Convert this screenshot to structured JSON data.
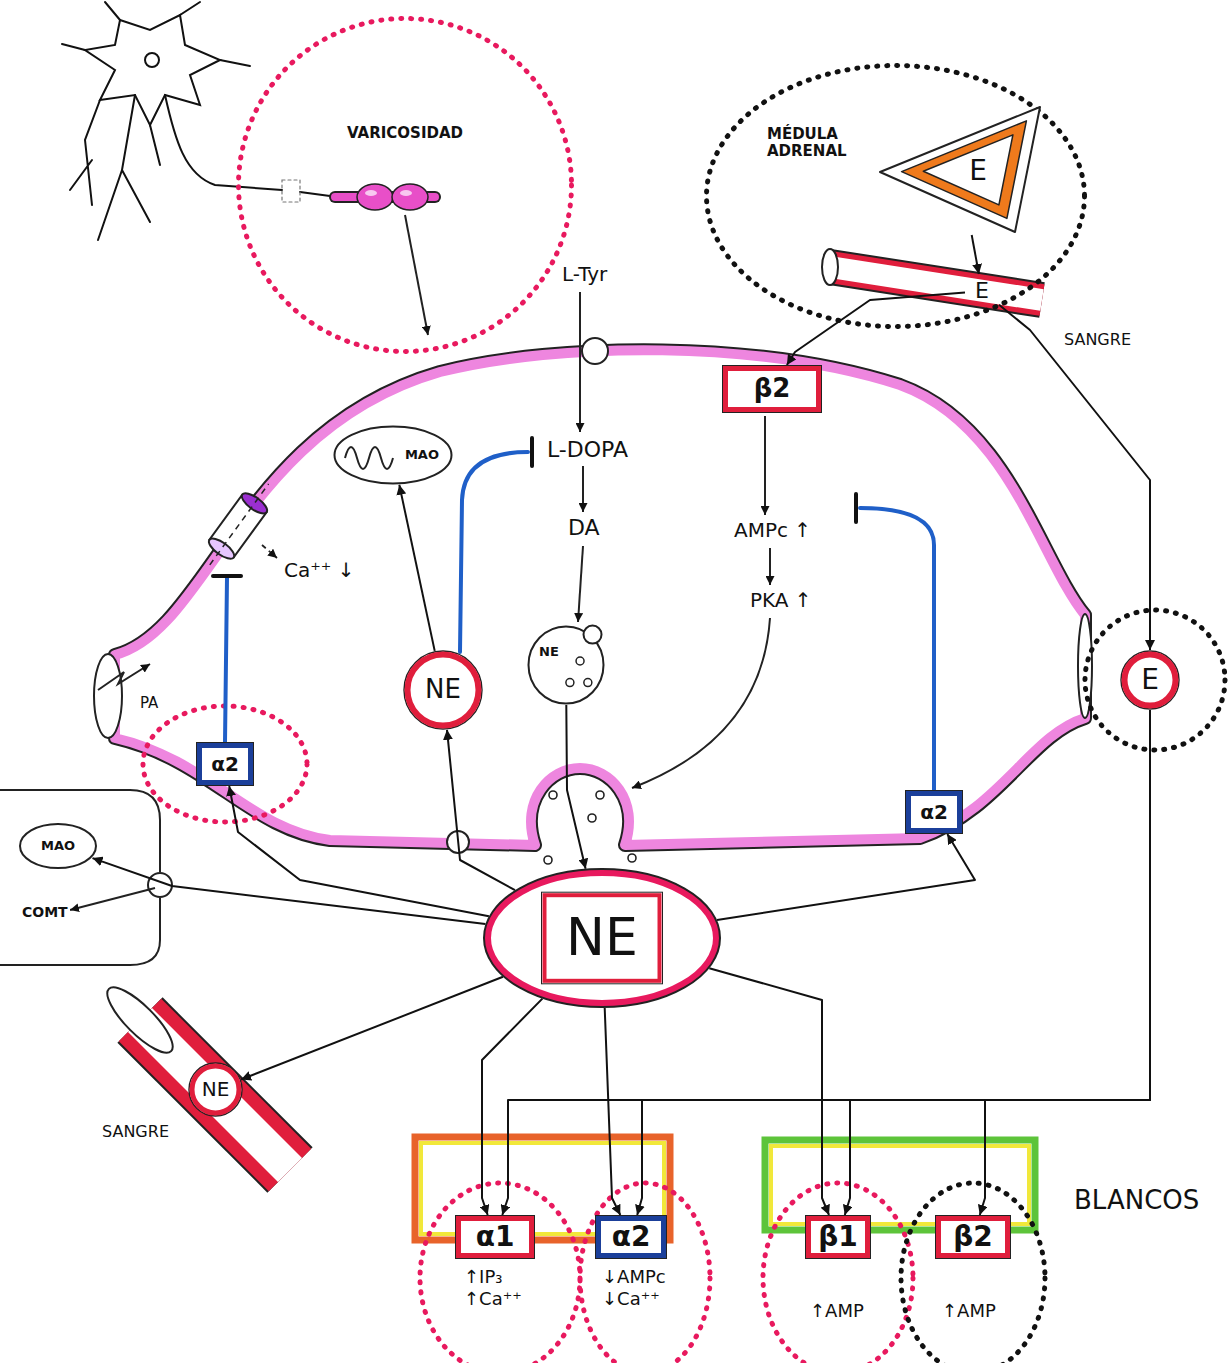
{
  "diagram": {
    "nodes": [
      {
        "text": [
          "VARICOSIDAD"
        ]
      },
      {
        "text": [
          "MÉDULA ADRENAL"
        ]
      },
      {
        "text": [
          "E"
        ],
        "in": 1
      },
      {
        "text": [
          "E"
        ],
        "in": 1
      },
      {
        "text": [
          "MAO"
        ]
      },
      {
        "text": [
          "β2"
        ]
      },
      {
        "text": [
          "α2"
        ]
      },
      {
        "text": [
          "NE"
        ]
      },
      {
        "text": [
          "NE"
        ]
      },
      {
        "text": [
          "α2"
        ]
      },
      {
        "text": [
          "E"
        ]
      },
      {
        "text": [
          "MAO"
        ]
      },
      {
        "text": [
          "NE"
        ]
      },
      {
        "text": [
          "NE"
        ]
      },
      {
        "text": [
          "α1"
        ]
      },
      {
        "text": [
          "α2"
        ]
      },
      {
        "text": [
          "β1"
        ]
      },
      {
        "text": [
          "β2"
        ]
      }
    ],
    "edges": [
      {
        "from": 2,
        "to": 3,
        "arrow": "to"
      },
      {
        "from": 3,
        "to": 5,
        "arrow": "to"
      },
      {
        "from": 3,
        "to": 10,
        "arrow": "to"
      },
      {
        "from": 7,
        "to": 4,
        "arrow": "to"
      },
      {
        "from": 8,
        "to": 12,
        "arrow": "to"
      },
      {
        "from": 12,
        "to": 11,
        "arrow": "to"
      },
      {
        "from": 12,
        "to": 6,
        "arrow": "to"
      },
      {
        "from": 12,
        "to": 7,
        "arrow": "to"
      },
      {
        "from": 12,
        "to": 9,
        "arrow": "to"
      },
      {
        "from": 12,
        "to": 13,
        "arrow": "to"
      },
      {
        "from": 12,
        "to": 14,
        "arrow": "to"
      },
      {
        "from": 12,
        "to": 15,
        "arrow": "to"
      },
      {
        "from": 12,
        "to": 16,
        "arrow": "to"
      },
      {
        "from": 10,
        "to": 14,
        "arrow": "to"
      },
      {
        "from": 10,
        "to": 15,
        "arrow": "to"
      },
      {
        "from": 10,
        "to": 16,
        "arrow": "to"
      },
      {
        "from": 10,
        "to": 17,
        "arrow": "to"
      }
    ],
    "labels": [
      "L-Tyr",
      "L-DOPA",
      "DA",
      "AMPc ↑",
      "PKA ↑",
      "Ca⁺⁺ ↓",
      "PA",
      "SANGRE",
      "COMT",
      "SANGRE",
      "↑IP₃ ↑Ca⁺⁺",
      "↓AMPc ↓Ca⁺⁺",
      "↑AMP",
      "↑AMP",
      "BLANCOS"
    ]
  }
}
